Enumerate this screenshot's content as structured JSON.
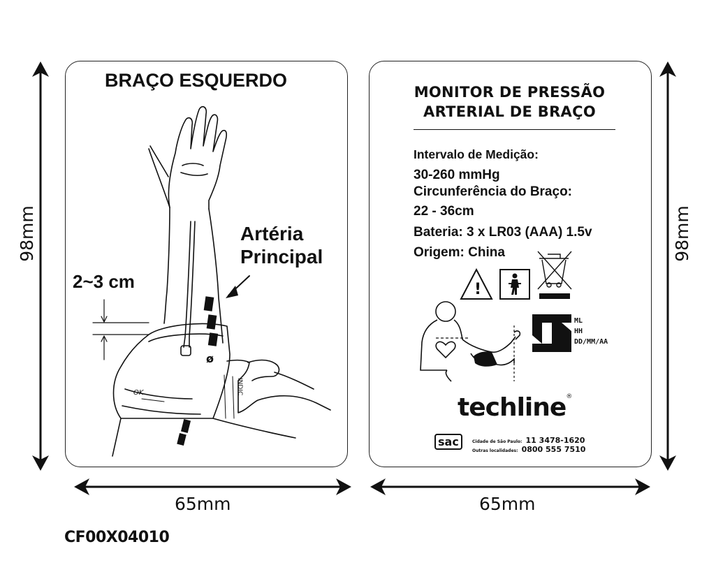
{
  "dimensions": {
    "height_label": "98mm",
    "width_label": "65mm"
  },
  "left_panel": {
    "title": "BRAÇO ESQUERDO",
    "artery_line1": "Artéria",
    "artery_line2": "Principal",
    "distance": "2~3 cm",
    "cuff_ok": "OK",
    "cuff_index": "INDIC",
    "cuff_symbol": "ø"
  },
  "right_panel": {
    "title_line1": "MONITOR DE PRESSÃO",
    "title_line2": "ARTERIAL DE BRAÇO",
    "range_label": "Intervalo de Medição:",
    "range_value": "30-260 mmHg",
    "circ_label": "Circunferência do Braço:",
    "circ_value": "22 - 36cm",
    "battery": "Bateria: 3 x LR03 (AAA) 1.5v",
    "origin": "Origem: China",
    "date_ml": "ML",
    "date_hh": "HH",
    "date_format": "DD/MM/AA",
    "brand": "techline",
    "brand_mark": "®",
    "sac_badge": "sac",
    "sac_sp_label": "Cidade de São Paulo:",
    "sac_sp_number": "11 3478-1620",
    "sac_other_label": "Outras localidades:",
    "sac_other_number": "0800 555 7510"
  },
  "product_code": "CF00X04010"
}
